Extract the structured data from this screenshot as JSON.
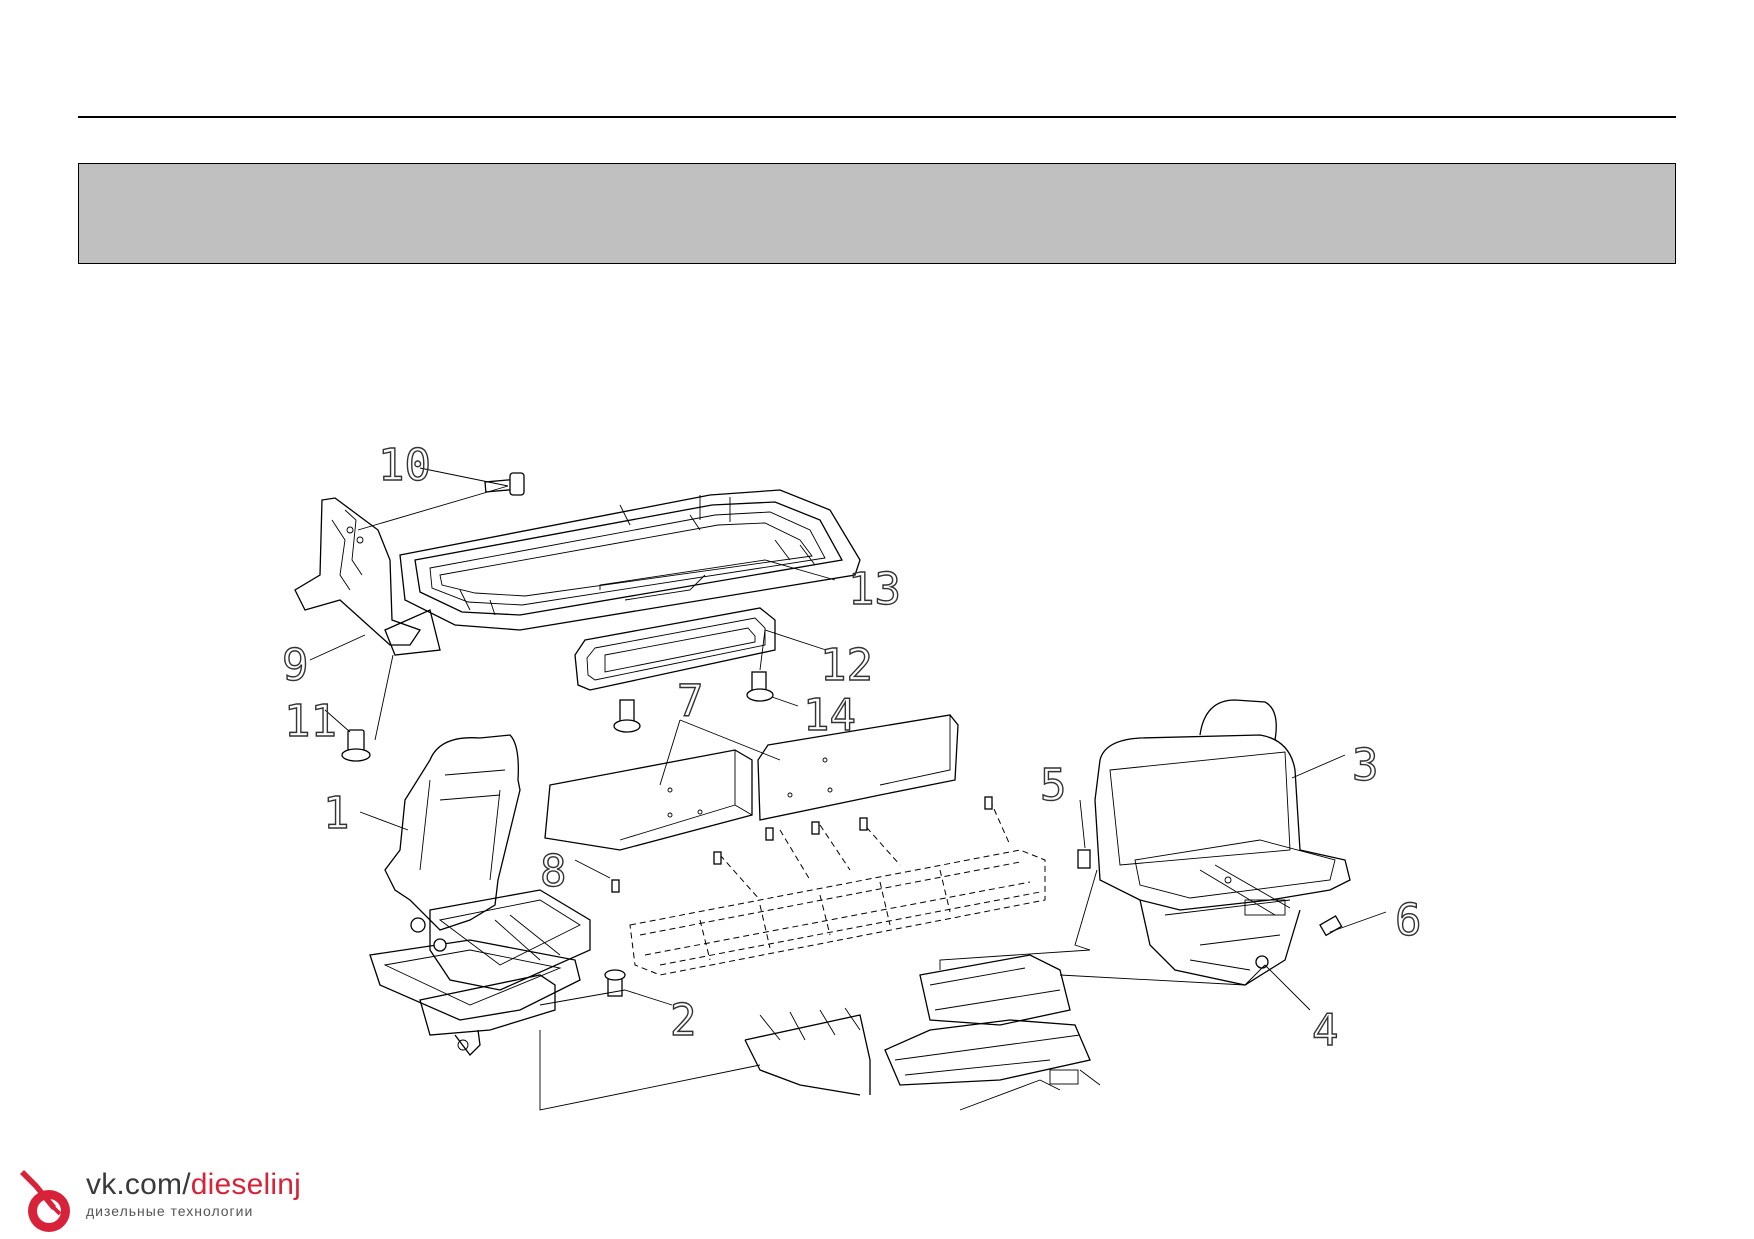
{
  "header": {
    "banner_text": ""
  },
  "callouts": [
    "10",
    "13",
    "9",
    "12",
    "11",
    "14",
    "7",
    "1",
    "5",
    "3",
    "8",
    "6",
    "2",
    "4"
  ],
  "watermark": {
    "url_prefix": "vk.com/",
    "url_accent": "dieselinj",
    "subtitle": "дизельные технологии",
    "accent_color": "#d8223a",
    "icon": "fuel-injector-pin-icon"
  }
}
